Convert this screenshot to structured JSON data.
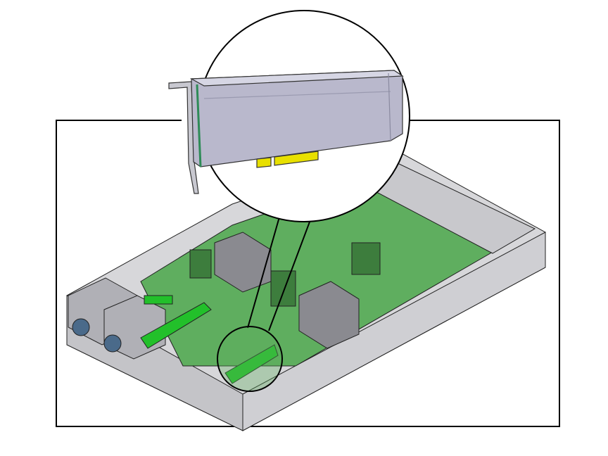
{
  "colors": {
    "frame": "#000000",
    "chassis": "#d4d4d6",
    "chassis_dark": "#9a9a9e",
    "board": "#5fae5f",
    "board_highlight": "#22c02a",
    "card_body": "#b9b8cc",
    "card_edge": "#2e8b57",
    "gold_fingers": "#e8e000",
    "heatsink": "#8a8a90"
  },
  "icons": [
    "pcie-card",
    "server-chassis",
    "callout-magnifier"
  ]
}
